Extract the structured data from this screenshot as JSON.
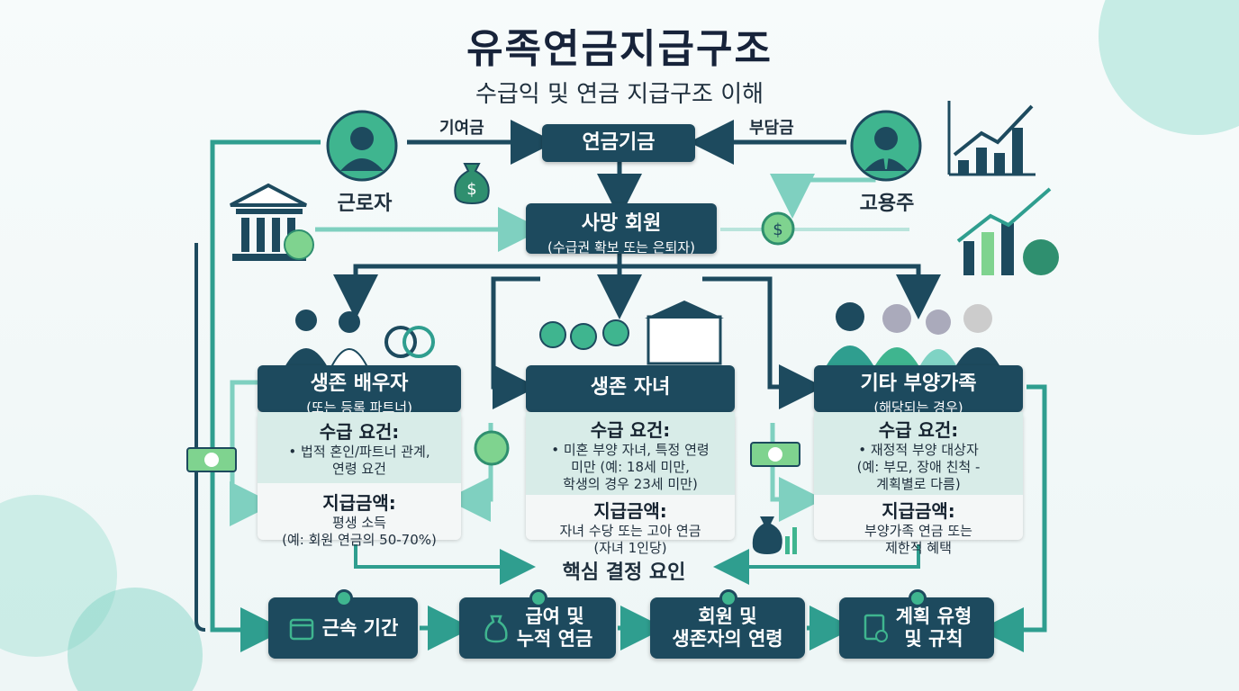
{
  "title": "유족연금지급구조",
  "subtitle": "수급익 및 연금 지급구조 이해",
  "top": {
    "worker": "근로자",
    "employer": "고용주",
    "contribution": "기여금",
    "burden": "부담금",
    "fund": "연금기금"
  },
  "deceased": {
    "title": "사망 회원",
    "subtitle": "(수급권 확보 또는 은퇴자)"
  },
  "beneficiaries": [
    {
      "title": "생존 배우자",
      "subtitle": "(또는 등록 파트너)",
      "req_heading": "수급 요건:",
      "req_text": "• 법적 혼인/파트너 관계,\n연령 요건",
      "pay_heading": "지급금액:",
      "pay_text": "평생 소득\n(예: 회원 연금의 50-70%)"
    },
    {
      "title": "생존 자녀",
      "subtitle": "",
      "req_heading": "수급 요건:",
      "req_text": "• 미혼 부양 자녀, 특정 연령\n미만 (예: 18세 미만,\n학생의 경우 23세 미만)",
      "pay_heading": "지급금액:",
      "pay_text": "자녀 수당 또는 고아 연금\n(자녀 1인당)"
    },
    {
      "title": "기타 부양가족",
      "subtitle": "(해당되는 경우)",
      "req_heading": "수급 요건:",
      "req_text": "• 재정적 부양 대상자\n(예: 부모, 장애 친척 -\n계획별로 다름)",
      "pay_heading": "지급금액:",
      "pay_text": "부양가족 연금 또는\n제한적 혜택"
    }
  ],
  "key_factors": {
    "heading": "핵심 결정 요인",
    "items": [
      {
        "label": "근속 기간",
        "icon": "calendar-icon"
      },
      {
        "label": "급여 및\n누적 연금",
        "icon": "money-bag-icon"
      },
      {
        "label": "회원 및\n생존자의 연령",
        "icon": ""
      },
      {
        "label": "계획 유형\n및 규칙",
        "icon": "document-check-icon"
      }
    ]
  },
  "colors": {
    "navy": "#1d4a5e",
    "teal": "#2f9e8f",
    "green": "#3fb58f",
    "light_card": "#d8ece8"
  }
}
